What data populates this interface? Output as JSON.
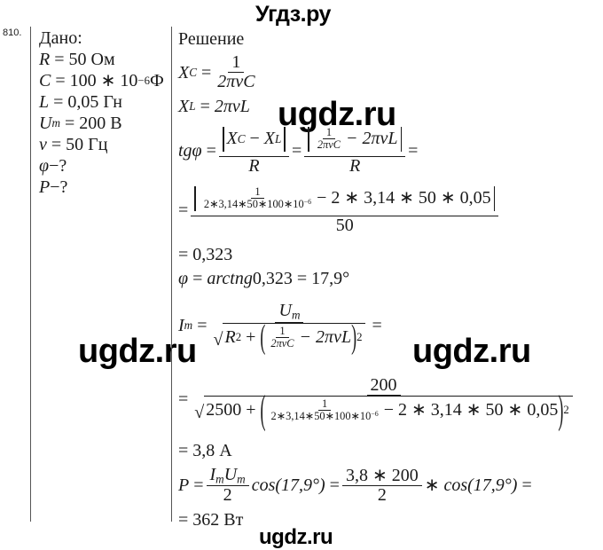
{
  "page": {
    "problem_number": "810.",
    "background_color": "#ffffff",
    "text_color": "#1a1a1a"
  },
  "watermarks": {
    "top": "Угдз.ру",
    "middle_upper": "ugdz.ru",
    "middle_left": "ugdz.ru",
    "middle_right": "ugdz.ru",
    "bottom": "ugdz.ru"
  },
  "given": {
    "heading": "Дано:",
    "items": [
      {
        "symbol": "R",
        "eq": "=",
        "value": "50",
        "unit": "Ом"
      },
      {
        "symbol": "C",
        "eq": "=",
        "value": "100 ∗ 10",
        "exponent": "−6",
        "unit": "Ф"
      },
      {
        "symbol": "L",
        "eq": "=",
        "value": "0,05",
        "unit": "Гн"
      },
      {
        "symbol": "U",
        "subscript": "m",
        "eq": "=",
        "value": "200",
        "unit": "В"
      },
      {
        "symbol": "ν",
        "eq": "=",
        "value": "50",
        "unit": "Гц"
      }
    ],
    "find": [
      {
        "symbol": "φ",
        "query": "−?"
      },
      {
        "symbol": "P",
        "query": "−?"
      }
    ]
  },
  "solution": {
    "heading": "Решение",
    "xc": {
      "lhs": "X",
      "lhs_sub": "C",
      "eq": "=",
      "numerator": "1",
      "denominator": "2πνC"
    },
    "xl": {
      "lhs": "X",
      "lhs_sub": "L",
      "eq": "=",
      "rhs": "2πνL"
    },
    "tangent": {
      "lhs": "tgφ",
      "eq1": "=",
      "f1_num_abs": "|X_C − X_L|",
      "f1_num_a": "X",
      "f1_num_a_sub": "C",
      "f1_num_minus": "−",
      "f1_num_b": "X",
      "f1_num_b_sub": "L",
      "f1_den": "R",
      "eq2": "=",
      "f2_num_frac_num": "1",
      "f2_num_frac_den": "2πνC",
      "f2_num_minus": "− 2πνL",
      "f2_den": "R",
      "eq3": "="
    },
    "tangent_numeric": {
      "eq": "=",
      "inner_frac_num": "1",
      "inner_frac_den": "2∗3,14∗50∗100∗10",
      "inner_frac_den_exp": "−6",
      "inner_minus": "− 2 ∗ 3,14 ∗ 50 ∗ 0,05",
      "denominator": "50"
    },
    "tangent_result": {
      "eq": "=",
      "value": "0,323"
    },
    "phi": {
      "lhs": "φ",
      "eq1": "=",
      "fn": "arctng",
      "arg": "0,323",
      "eq2": "=",
      "value": "17,9°"
    },
    "im": {
      "lhs": "I",
      "lhs_sub": "m",
      "eq1": "=",
      "numerator": "U",
      "numerator_sub": "m",
      "den_r": "R",
      "den_r_sup": "2",
      "den_plus": "+",
      "den_frac_num": "1",
      "den_frac_den": "2πνC",
      "den_minus": "− 2πνL",
      "den_sup": "2",
      "eq2": "="
    },
    "im_numeric": {
      "eq": "=",
      "numerator": "200",
      "den_const": "2500",
      "den_plus": "+",
      "den_frac_num": "1",
      "den_frac_den": "2∗3,14∗50∗100∗10",
      "den_frac_den_exp": "−6",
      "den_minus": "− 2 ∗ 3,14 ∗ 50 ∗ 0,05",
      "den_sup": "2"
    },
    "im_result": {
      "eq": "=",
      "value": "3,8",
      "unit": "A"
    },
    "power": {
      "lhs": "P",
      "eq1": "=",
      "num_i": "I",
      "num_i_sub": "m",
      "num_u": "U",
      "num_u_sub": "m",
      "den": "2",
      "cos": "cos(17,9°)",
      "eq2": "=",
      "num2": "3,8 ∗ 200",
      "den2": "2",
      "mult": "∗",
      "cos2": "cos(17,9°)",
      "eq3": "="
    },
    "power_result": {
      "eq": "=",
      "value": "362",
      "unit": "Вт"
    }
  }
}
